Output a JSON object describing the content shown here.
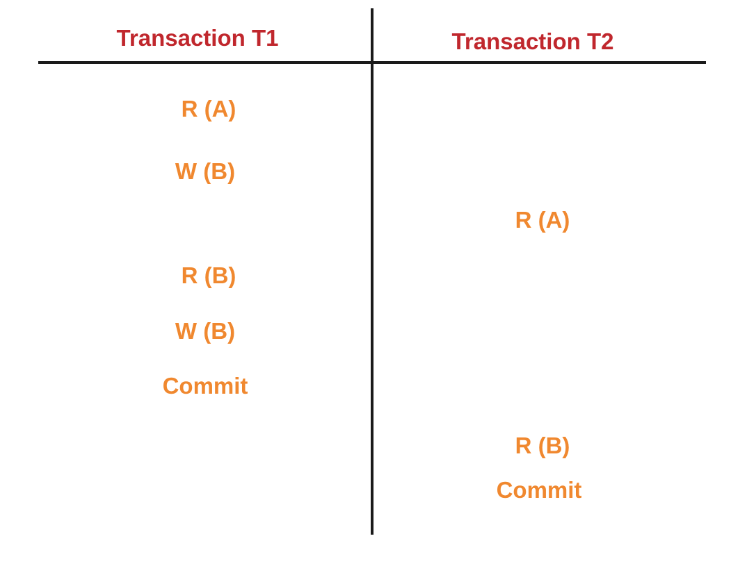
{
  "colors": {
    "header": "#c0272d",
    "operation": "#f0882f",
    "line": "#1a1a1a"
  },
  "columns": [
    {
      "title": "Transaction T1",
      "operations": [
        "R (A)",
        "W (B)",
        "R (B)",
        "W (B)",
        "Commit"
      ]
    },
    {
      "title": "Transaction T2",
      "operations": [
        "R (A)",
        "R (B)",
        "Commit"
      ]
    }
  ]
}
